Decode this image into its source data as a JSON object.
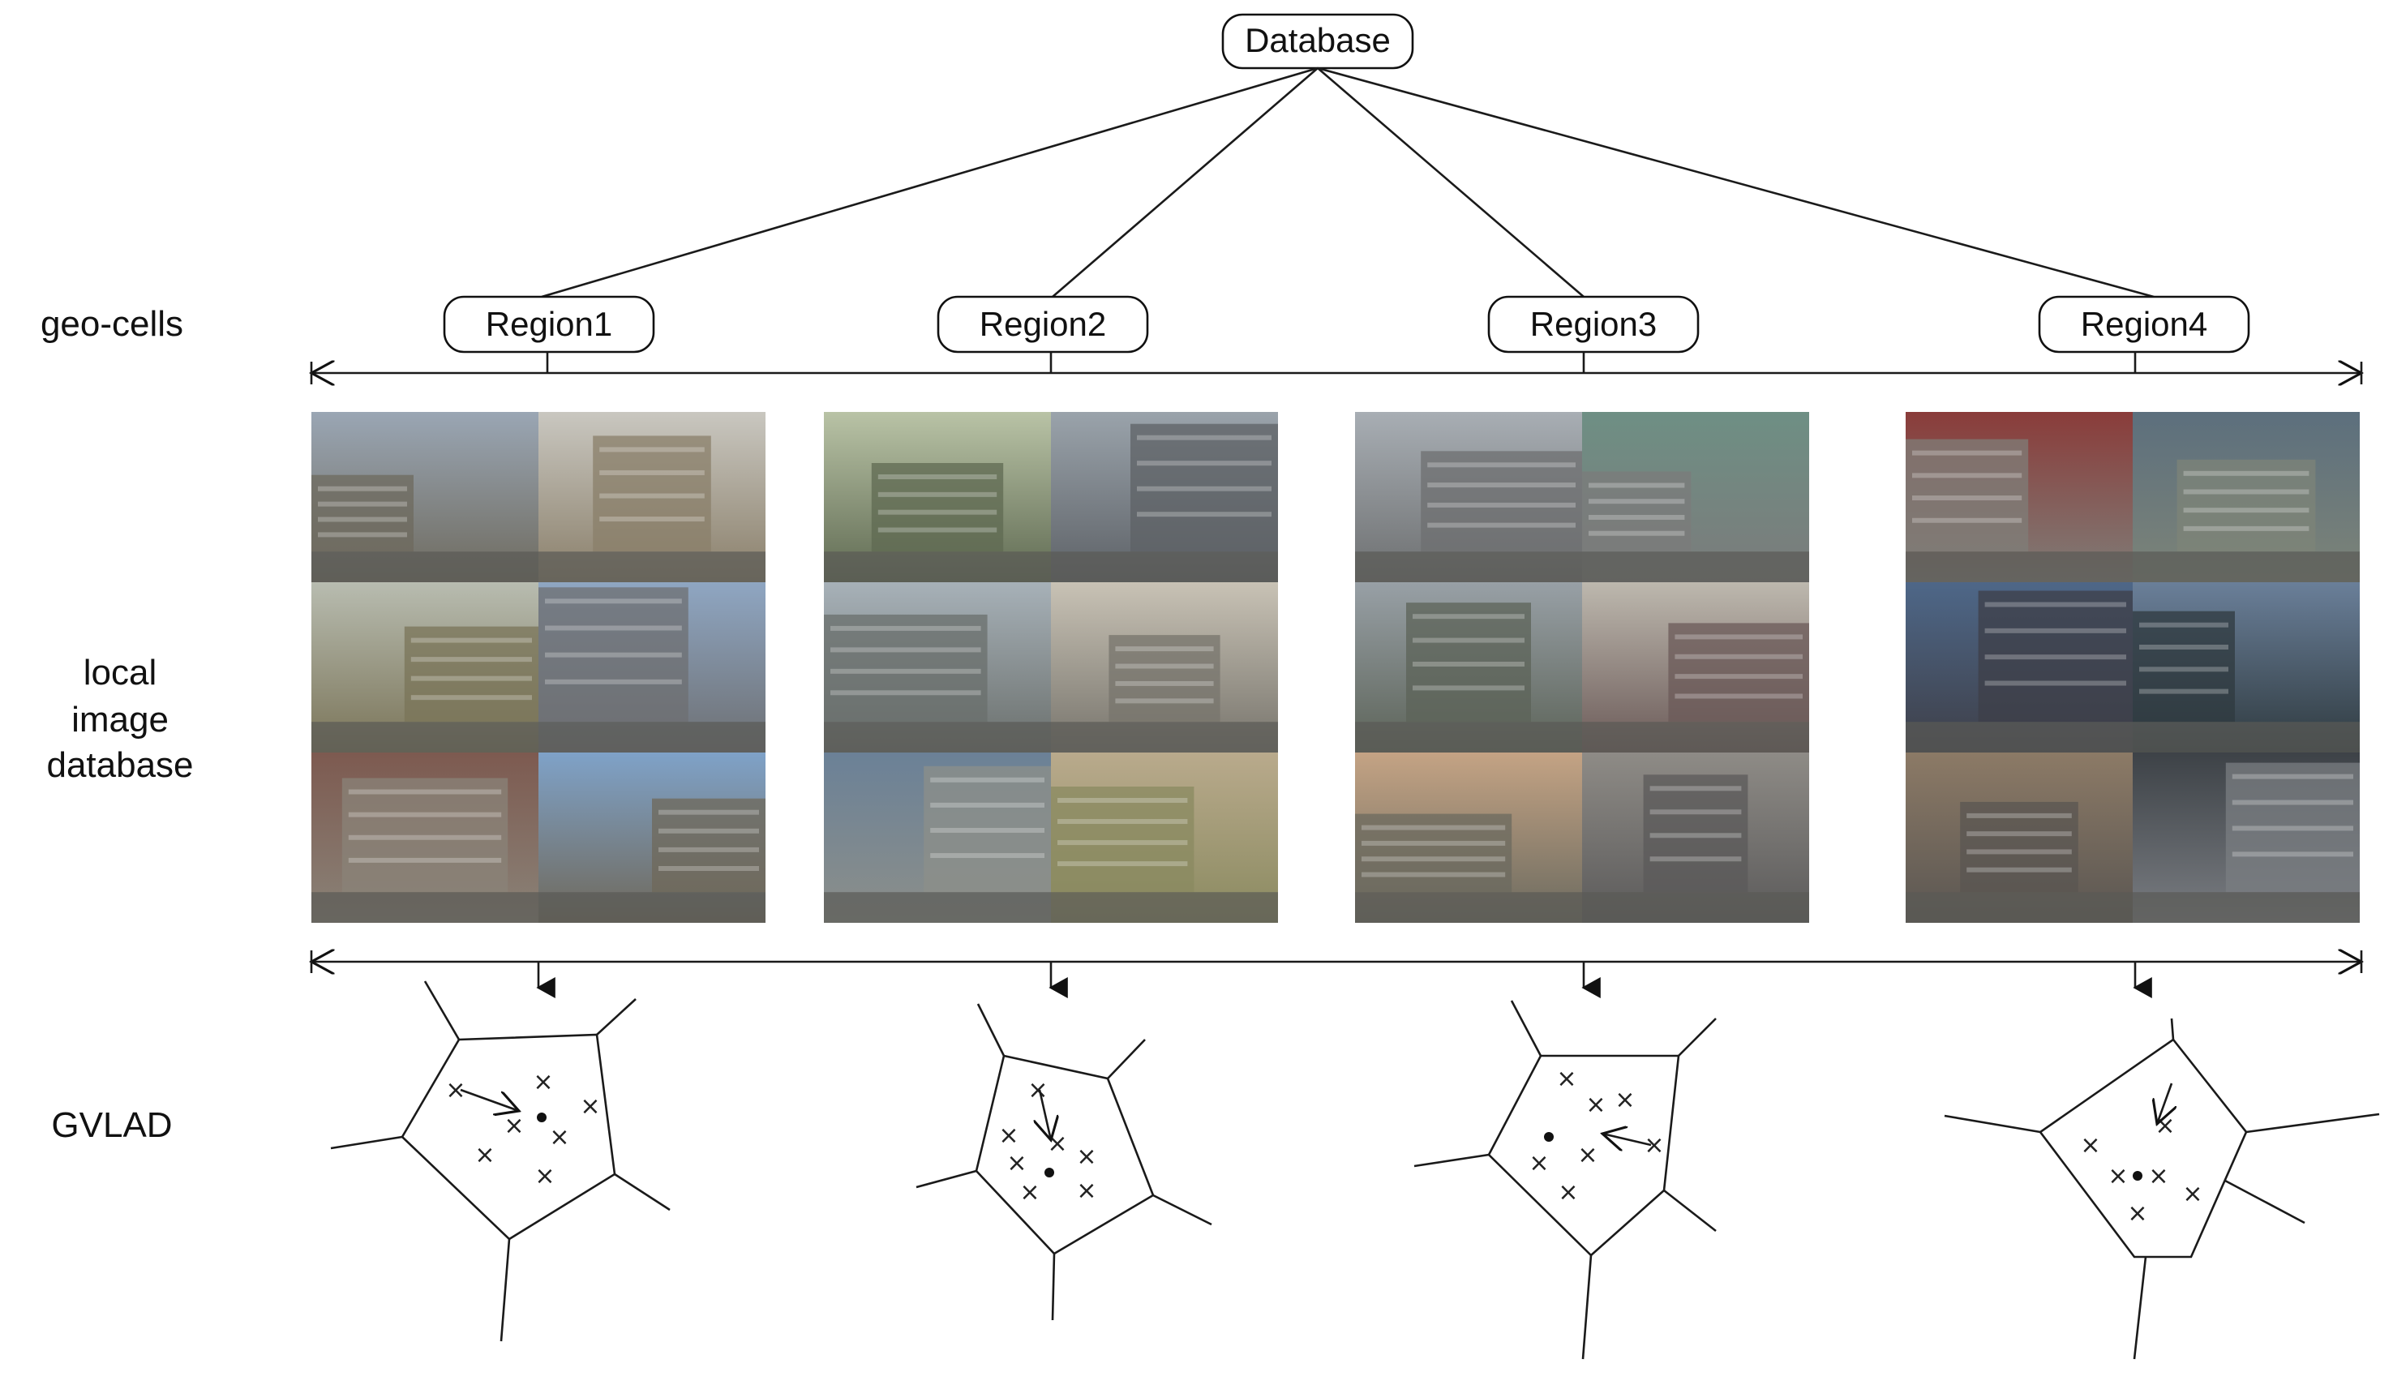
{
  "root": {
    "label": "Database"
  },
  "regions": [
    {
      "label": "Region1"
    },
    {
      "label": "Region2"
    },
    {
      "label": "Region3"
    },
    {
      "label": "Region4"
    }
  ],
  "row_labels": {
    "geo_cells": "geo-cells",
    "local_db": [
      "local",
      "image",
      "database"
    ],
    "gvlad": "GVLAD"
  },
  "photo_palettes": [
    [
      [
        "#9aa6b4",
        "#6e6a5e"
      ],
      [
        "#c9c7c0",
        "#8a7f6a"
      ],
      [
        "#b8bcb0",
        "#7a7458"
      ],
      [
        "#8fa6c2",
        "#6d6f72"
      ],
      [
        "#7d5a50",
        "#8a8378"
      ],
      [
        "#7fa2c8",
        "#6f685a"
      ]
    ],
    [
      [
        "#b9c3a6",
        "#5f6a52"
      ],
      [
        "#9aa3ab",
        "#5d6166"
      ],
      [
        "#a7b1b8",
        "#6a6f6c"
      ],
      [
        "#c8c2b5",
        "#77746c"
      ],
      [
        "#6b8197",
        "#8c8f8a"
      ],
      [
        "#b9aa8c",
        "#8a8a60"
      ]
    ],
    [
      [
        "#a8aeb4",
        "#6d6f70"
      ],
      [
        "#6e8f84",
        "#7b7b7b"
      ],
      [
        "#98a0a6",
        "#5c6358"
      ],
      [
        "#bdb8ae",
        "#6b5a58"
      ],
      [
        "#c4a384",
        "#6b6a5f"
      ],
      [
        "#8e8b86",
        "#5b5a5a"
      ]
    ],
    [
      [
        "#8a3c3a",
        "#7f7d78"
      ],
      [
        "#5c6f7d",
        "#7d8478"
      ],
      [
        "#4e6788",
        "#3e3f48"
      ],
      [
        "#6a7f99",
        "#2f3a3f"
      ],
      [
        "#8c7a66",
        "#5a5652"
      ],
      [
        "#3d4247",
        "#7a7d82"
      ]
    ]
  ]
}
